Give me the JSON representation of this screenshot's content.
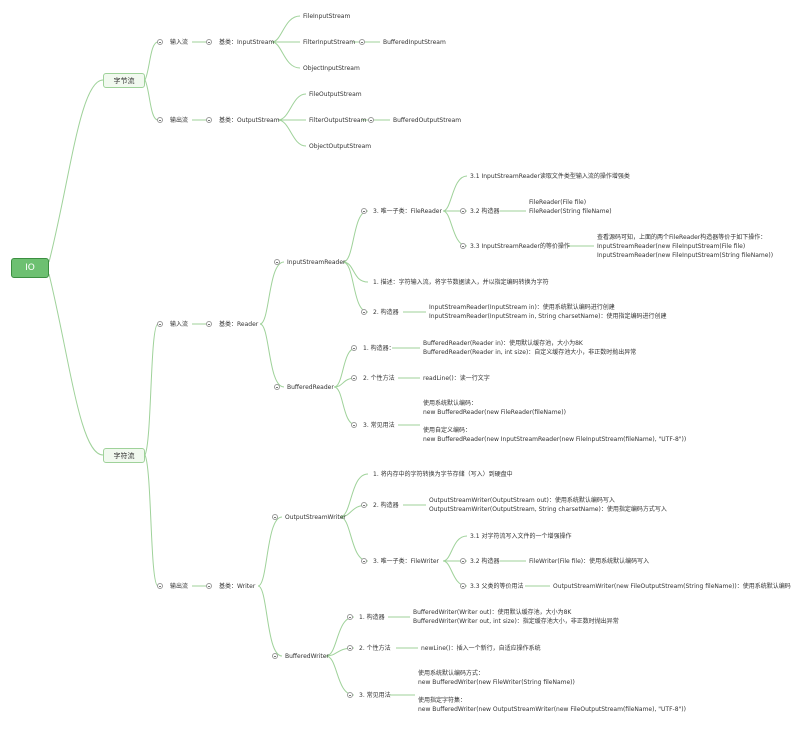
{
  "root": "IO",
  "byte_stream": {
    "label": "字节流",
    "input": {
      "label": "输入流",
      "base": "基类：InputStream",
      "children": [
        "FileInputStream",
        "FilterInputStream",
        "ObjectInputStream"
      ],
      "filter_child": "BufferedInputStream"
    },
    "output": {
      "label": "输出流",
      "base": "基类：OutputStream",
      "children": [
        "FileOutputStream",
        "FilterOutputStream",
        "ObjectOutputStream"
      ],
      "filter_child": "BufferedOutputStream"
    }
  },
  "char_stream": {
    "label": "字符流",
    "input": {
      "label": "输入流",
      "base": "基类：Reader",
      "isr": {
        "label": "InputStreamReader",
        "sub": {
          "label": "3. 唯一子类：FileReader",
          "n1": "3.1 InputStreamReader读取文件类型输入流的操作增强类",
          "n2": {
            "label": "3.2 构造器",
            "lines": [
              "FileReader(File file)",
              "FileReader(String fileName)"
            ]
          },
          "n3": {
            "label": "3.3 InputStreamReader的等价操作",
            "lines": [
              "查看源码可知，上面的两个FileReader构造器等价于如下操作：",
              "InputStreamReader(new FileInputStream(File file)",
              "InputStreamReader(new FileInputStream(String fileName))"
            ]
          }
        },
        "desc": "1. 描述：字符输入流，将字节数据读入，并以指定编码转换为字符",
        "ctor": {
          "label": "2. 构造器",
          "lines": [
            "InputStreamReader(InputStream in)：使用系统默认编码进行创建",
            "InputStreamReader(InputStream in, String charsetName)：使用指定编码进行创建"
          ]
        }
      },
      "br": {
        "label": "BufferedReader",
        "ctor": {
          "label": "1. 构造器：",
          "lines": [
            "BufferedReader(Reader in)：使用默认缓存池，大小为8K",
            "BufferedReader(Reader in,   int size)：自定义缓存池大小，非正数时抛出异常"
          ]
        },
        "method": {
          "label": "2. 个性方法",
          "text": "readLine()：读一行文字"
        },
        "usage": {
          "label": "3. 常见用法",
          "lines": [
            "使用系统默认编码：",
            "new BufferedReader(new FileReader(fileName))",
            "",
            "使用自定义编码：",
            "new BufferedReader(new InputStreamReader(new FileInputStream(fileName), \"UTF-8\"))"
          ]
        }
      }
    },
    "output": {
      "label": "输出流",
      "base": "基类：Writer",
      "osw": {
        "label": "OutputStreamWriter",
        "desc": "1. 将内存中的字符转换为字节存储（写入）到硬盘中",
        "ctor": {
          "label": "2. 构造器",
          "lines": [
            "OutputStreamWriter(OutputStream out)：使用系统默认编码写入",
            "OutputStreamWriter(OutputStream, String charsetName)：使用指定编码方式写入"
          ]
        },
        "sub": {
          "label": "3. 唯一子类：FileWriter",
          "n1": "3.1 对字符流写入文件的一个增强操作",
          "n2": {
            "label": "3.2 构造器",
            "text": "FileWriter(File file)：使用系统默认编码写入"
          },
          "n3": {
            "label": "3.3 父类的等价用法",
            "text": "OutputStreamWriter(new FileOutputStream(String fileName))：使用系统默认编码"
          }
        }
      },
      "bw": {
        "label": "BufferedWriter",
        "ctor": {
          "label": "1. 构造器",
          "lines": [
            "BufferedWriter(Writer out)：使用默认缓存池，大小为8K",
            "BufferedWriter(Writer out, int size)：指定缓存池大小，非正数时抛出异常"
          ]
        },
        "method": {
          "label": "2. 个性方法",
          "text": "newLine()：插入一个新行，自适应操作系统"
        },
        "usage": {
          "label": "3. 常见用法",
          "lines": [
            "使用系统默认编码方式：",
            "new BufferedWriter(new FileWriter(String fileName))",
            "",
            "使用指定字符集：",
            "new BufferedWriter(new OutputStreamWriter(new FileOutputStream(fileName), \"UTF-8\"))"
          ]
        }
      }
    }
  }
}
